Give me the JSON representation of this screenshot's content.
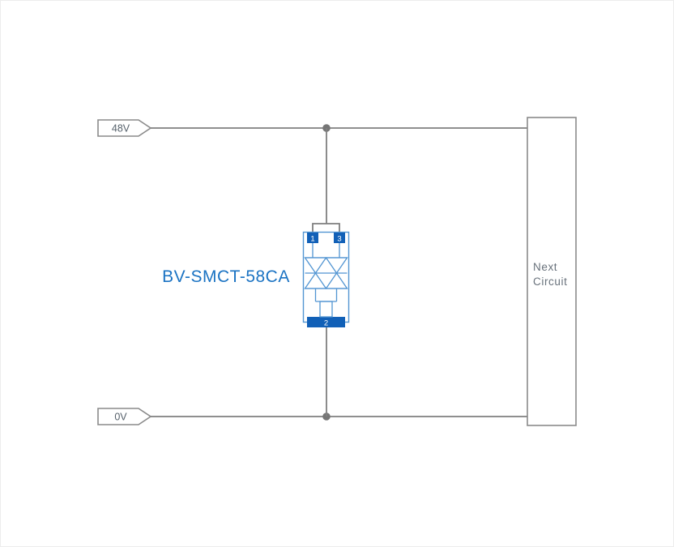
{
  "diagram": {
    "component_label": "BV-SMCT-58CA",
    "top_rail_label": "48V",
    "bottom_rail_label": "0V",
    "next_circuit_line1": "Next",
    "next_circuit_line2": "Circuit",
    "pins": {
      "pin1": "1",
      "pin2": "2",
      "pin3": "3"
    },
    "colors": {
      "wire_gray": "#7f7f7f",
      "outline_gray": "#8a8a8a",
      "text_gray": "#68717b",
      "pin_blue": "#1160b7",
      "component_outline_blue": "#5295d2",
      "label_blue": "#1b73c3",
      "background": "#ffffff"
    }
  }
}
